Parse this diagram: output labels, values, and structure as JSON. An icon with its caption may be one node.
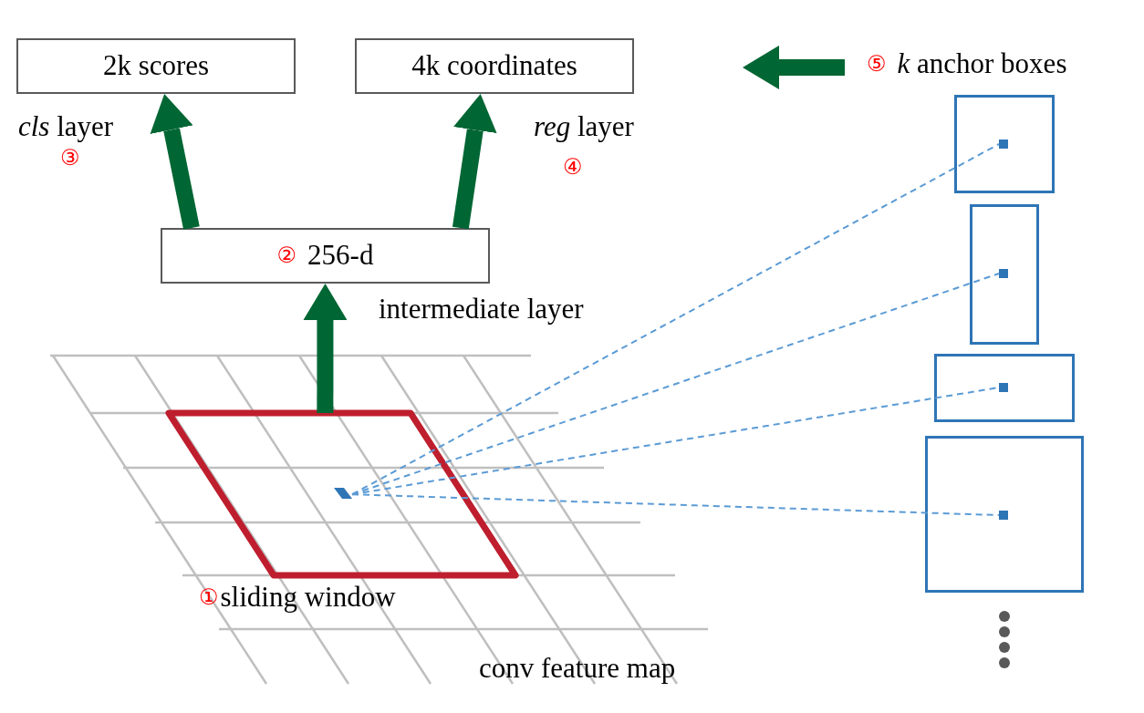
{
  "diagram": {
    "nodes": [
      {
        "text": [
          "2k scores"
        ],
        "beside": [
          "*cls* layer"
        ]
      },
      {
        "text": [
          "4k coordinates"
        ],
        "beside": [
          "*reg* layer"
        ]
      },
      {
        "text": [
          "②",
          "256-d"
        ],
        "beside": [
          "intermediate layer"
        ]
      },
      {
        "text": [
          "①",
          "sliding window"
        ]
      },
      {
        "text": [],
        "shape": "box",
        "in": 3
      },
      {
        "text": [
          "⑤",
          "*k* anchor boxes"
        ]
      },
      {
        "text": [],
        "shape": "box"
      },
      {
        "text": [],
        "shape": "box",
        "in": 6
      },
      {
        "text": [],
        "shape": "box"
      },
      {
        "text": [],
        "shape": "box",
        "in": 8
      },
      {
        "text": [],
        "shape": "box"
      },
      {
        "text": [],
        "shape": "box",
        "in": 10
      },
      {
        "text": [],
        "shape": "box"
      },
      {
        "text": [],
        "shape": "box",
        "in": 12
      }
    ],
    "edges": [
      {
        "from": 3,
        "to": 2,
        "arrow": "to",
        "style": "thick",
        "color": "#006633"
      },
      {
        "from": 2,
        "to": 0,
        "arrow": "to",
        "style": "thick",
        "color": "#006633"
      },
      {
        "from": 2,
        "to": 1,
        "arrow": "to",
        "style": "thick",
        "color": "#006633"
      },
      {
        "from": 5,
        "to": null,
        "arrow": "to",
        "style": "thick",
        "color": "#006633"
      },
      {
        "from": 4,
        "to": 7,
        "arrow": "none",
        "style": "dashed",
        "color": "#5b9bd5"
      },
      {
        "from": 4,
        "to": 9,
        "arrow": "none",
        "style": "dashed",
        "color": "#5b9bd5"
      },
      {
        "from": 4,
        "to": 11,
        "arrow": "none",
        "style": "dashed",
        "color": "#5b9bd5"
      },
      {
        "from": 4,
        "to": 13,
        "arrow": "none",
        "style": "dashed",
        "color": "#5b9bd5"
      }
    ],
    "labels": [
      "③",
      "④",
      "conv feature map"
    ]
  }
}
